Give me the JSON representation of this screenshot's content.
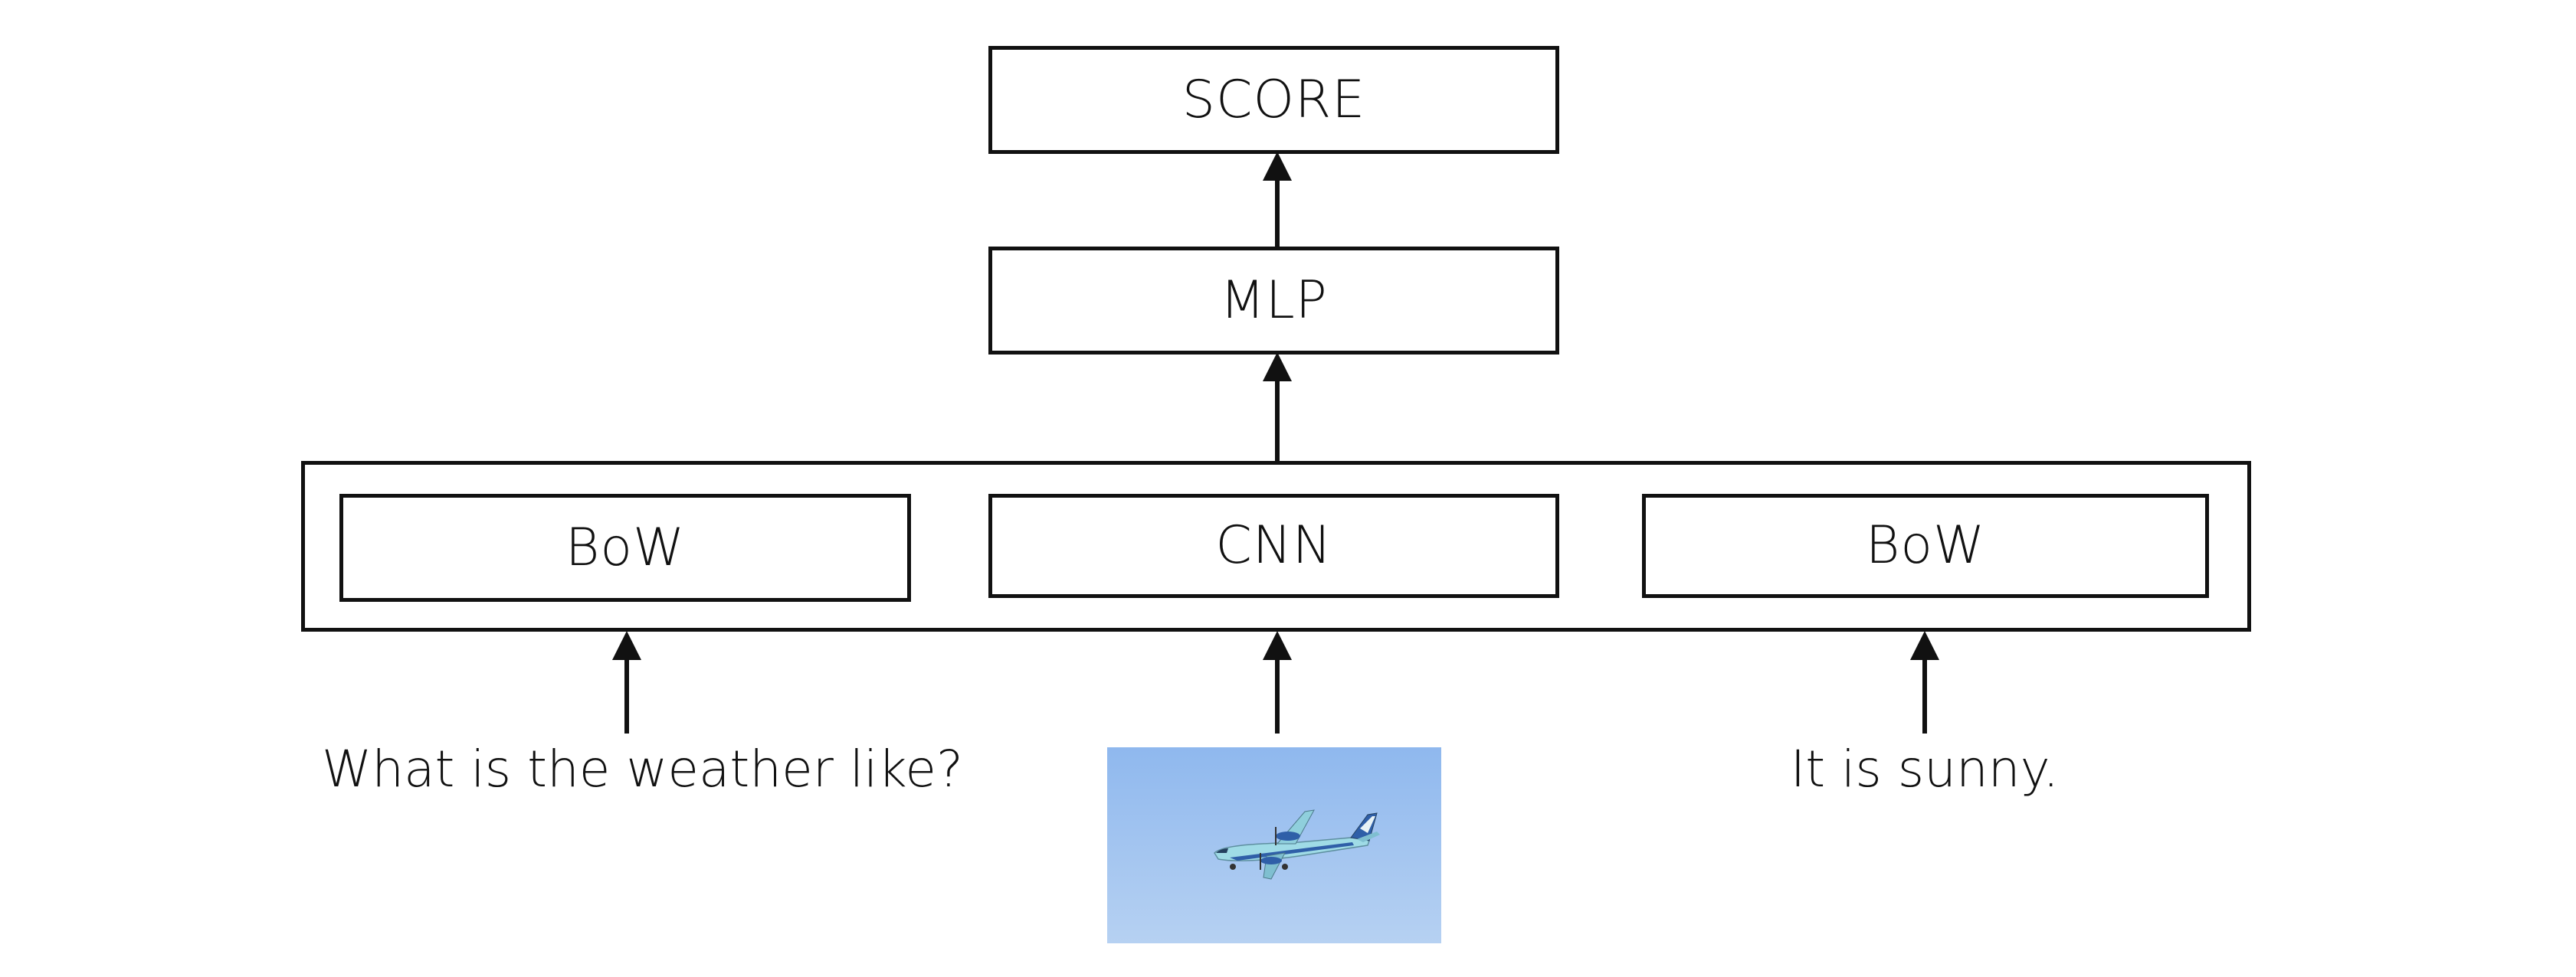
{
  "diagram": {
    "score_label": "SCORE",
    "mlp_label": "MLP",
    "left_encoder_label": "BoW",
    "center_encoder_label": "CNN",
    "right_encoder_label": "BoW",
    "question_text": "What is the weather like?",
    "answer_text": "It is sunny.",
    "image_subject": "airplane-in-sky-photo"
  },
  "colors": {
    "stroke": "#111111",
    "sky_top": "#8fb8ee",
    "sky_bottom": "#b5d0f0",
    "plane_body": "#8fd3e0",
    "plane_stripe": "#2f5fa8"
  }
}
